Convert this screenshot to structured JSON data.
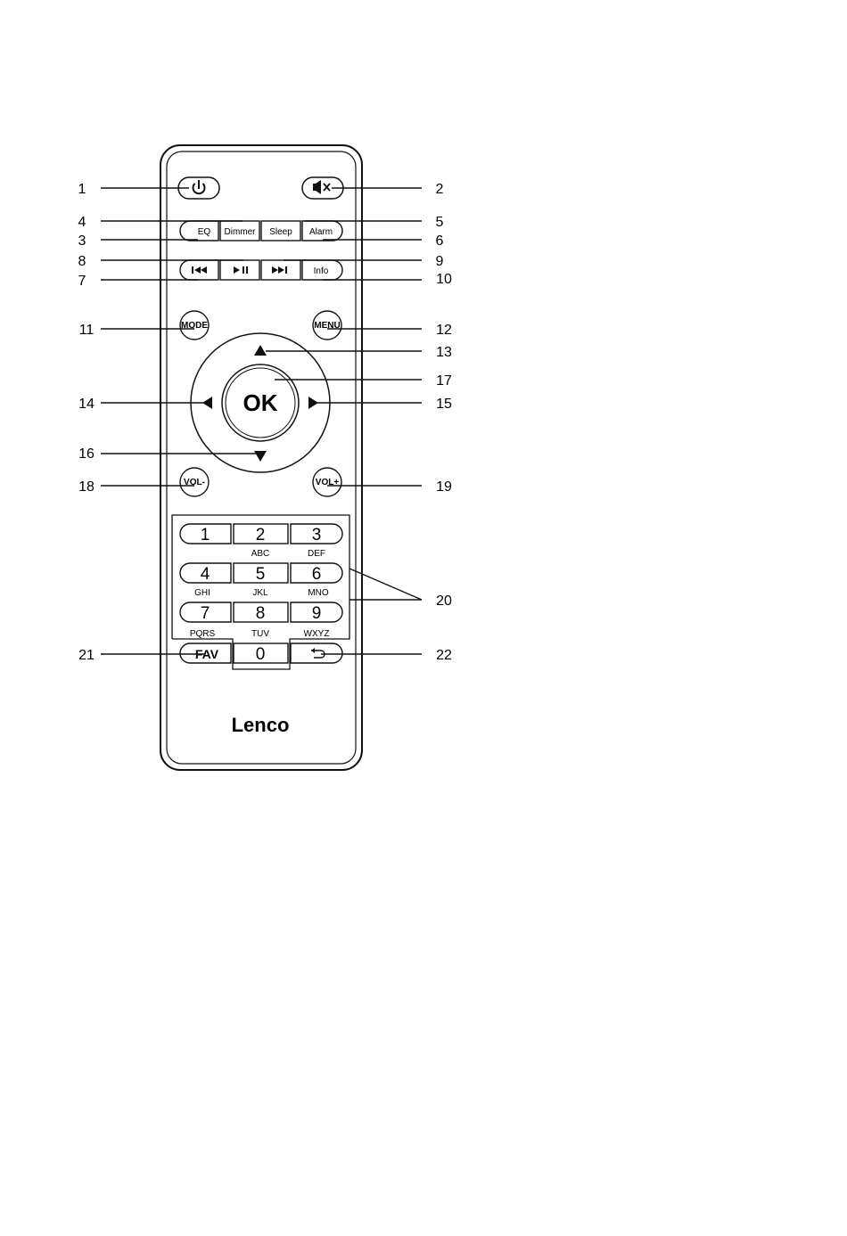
{
  "remote": {
    "brand": "Lenco",
    "buttons": {
      "power": "⏻",
      "mute": "mute",
      "eq": "EQ",
      "dimmer": "Dimmer",
      "sleep": "Sleep",
      "alarm": "Alarm",
      "prev": "I◀◀",
      "playpause": "▶II",
      "next": "▶▶I",
      "info": "Info",
      "mode": "MODE",
      "menu": "MENU",
      "ok": "OK",
      "up": "▲",
      "down": "▼",
      "left": "◀",
      "right": "▶",
      "vol_minus": "VOL-",
      "vol_plus": "VOL+",
      "fav": "FAV",
      "back": "back"
    },
    "keypad": [
      {
        "digit": "1",
        "letters": ""
      },
      {
        "digit": "2",
        "letters": "ABC"
      },
      {
        "digit": "3",
        "letters": "DEF"
      },
      {
        "digit": "4",
        "letters": "GHI"
      },
      {
        "digit": "5",
        "letters": "JKL"
      },
      {
        "digit": "6",
        "letters": "MNO"
      },
      {
        "digit": "7",
        "letters": "PQRS"
      },
      {
        "digit": "8",
        "letters": "TUV"
      },
      {
        "digit": "9",
        "letters": "WXYZ"
      },
      {
        "digit": "0",
        "letters": ""
      }
    ]
  },
  "callouts": [
    "1",
    "2",
    "3",
    "4",
    "5",
    "6",
    "7",
    "8",
    "9",
    "10",
    "11",
    "12",
    "13",
    "14",
    "15",
    "16",
    "17",
    "18",
    "19",
    "20",
    "21",
    "22"
  ]
}
